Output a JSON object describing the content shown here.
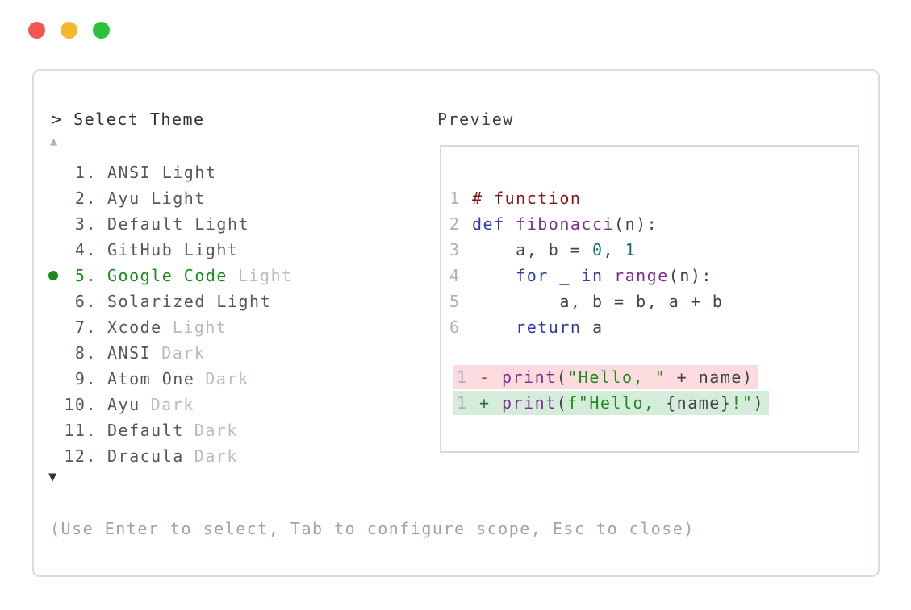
{
  "window": {
    "controls": [
      {
        "name": "close",
        "color_key": "traffic_red"
      },
      {
        "name": "minimize",
        "color_key": "traffic_yellow"
      },
      {
        "name": "zoom",
        "color_key": "traffic_green"
      }
    ]
  },
  "left": {
    "prompt": "> Select Theme",
    "scroll_up_glyph": "▲",
    "scroll_down_glyph": "▼",
    "items": [
      {
        "number": "1",
        "primary": "ANSI Light",
        "secondary": "",
        "selected": false
      },
      {
        "number": "2",
        "primary": "Ayu Light",
        "secondary": "",
        "selected": false
      },
      {
        "number": "3",
        "primary": "Default Light",
        "secondary": "",
        "selected": false
      },
      {
        "number": "4",
        "primary": "GitHub Light",
        "secondary": "",
        "selected": false
      },
      {
        "number": "5",
        "primary": "Google Code",
        "secondary": "Light",
        "selected": true
      },
      {
        "number": "6",
        "primary": "Solarized Light",
        "secondary": "",
        "selected": false
      },
      {
        "number": "7",
        "primary": "Xcode",
        "secondary": "Light",
        "selected": false
      },
      {
        "number": "8",
        "primary": "ANSI",
        "secondary": "Dark",
        "selected": false
      },
      {
        "number": "9",
        "primary": "Atom One",
        "secondary": "Dark",
        "selected": false
      },
      {
        "number": "10",
        "primary": "Ayu",
        "secondary": "Dark",
        "selected": false
      },
      {
        "number": "11",
        "primary": "Default",
        "secondary": "Dark",
        "selected": false
      },
      {
        "number": "12",
        "primary": "Dracula",
        "secondary": "Dark",
        "selected": false
      }
    ],
    "hint": "(Use Enter to select, Tab to configure scope, Esc to close)"
  },
  "preview": {
    "label": "Preview",
    "code_lines": [
      {
        "num": "1",
        "segments": [
          {
            "text": "# function",
            "style": "comment"
          }
        ]
      },
      {
        "num": "2",
        "segments": [
          {
            "text": "def",
            "style": "keyword"
          },
          {
            "text": " ",
            "style": "plain"
          },
          {
            "text": "fibonacci",
            "style": "function"
          },
          {
            "text": "(n):",
            "style": "plain"
          }
        ]
      },
      {
        "num": "3",
        "segments": [
          {
            "text": "    a, b = ",
            "style": "plain"
          },
          {
            "text": "0",
            "style": "number"
          },
          {
            "text": ", ",
            "style": "plain"
          },
          {
            "text": "1",
            "style": "number"
          }
        ]
      },
      {
        "num": "4",
        "segments": [
          {
            "text": "    ",
            "style": "plain"
          },
          {
            "text": "for",
            "style": "keyword"
          },
          {
            "text": " _ ",
            "style": "plain"
          },
          {
            "text": "in",
            "style": "keyword"
          },
          {
            "text": " ",
            "style": "plain"
          },
          {
            "text": "range",
            "style": "function"
          },
          {
            "text": "(n):",
            "style": "plain"
          }
        ]
      },
      {
        "num": "5",
        "segments": [
          {
            "text": "        a, b = b, a + b",
            "style": "plain"
          }
        ]
      },
      {
        "num": "6",
        "segments": [
          {
            "text": "    ",
            "style": "plain"
          },
          {
            "text": "return",
            "style": "keyword"
          },
          {
            "text": " a",
            "style": "plain"
          }
        ]
      }
    ],
    "diff_lines": [
      {
        "num": "1",
        "sign": "-",
        "type": "removed",
        "segments": [
          {
            "text": "print",
            "style": "function"
          },
          {
            "text": "(",
            "style": "plain"
          },
          {
            "text": "\"Hello, \"",
            "style": "string"
          },
          {
            "text": " + name)",
            "style": "plain"
          }
        ]
      },
      {
        "num": "1",
        "sign": "+",
        "type": "added",
        "segments": [
          {
            "text": "print",
            "style": "function"
          },
          {
            "text": "(",
            "style": "plain"
          },
          {
            "text": "f\"Hello, ",
            "style": "string"
          },
          {
            "text": "{name}",
            "style": "plain"
          },
          {
            "text": "!\"",
            "style": "string"
          },
          {
            "text": ")",
            "style": "plain"
          }
        ]
      }
    ]
  },
  "colors": {
    "traffic_red": "#f2574f",
    "traffic_yellow": "#f5b72e",
    "traffic_green": "#2bc13c",
    "panel_border": "#d9dde3",
    "preview_border": "#d6dae0",
    "header_text": "#2f333a",
    "preview_label": "#3a3f45",
    "text_primary": "#53575e",
    "text_muted": "#b4bcc8",
    "hint": "#9aa4b4",
    "selected_green": "#1a8c1a",
    "scroll_up": "#aab3c3",
    "scroll_down": "#2e3338",
    "line_number": "#a9b2c1",
    "code_plain": "#3f444b",
    "code_comment": "#8a1212",
    "code_keyword": "#2e3cab",
    "code_function": "#7c2d8f",
    "code_number": "#156f75",
    "code_string": "#1e8a1e",
    "diff_minus": "#b03a31",
    "diff_plus": "#2e6b4e",
    "diff_removed_bg": "#fbdbdd",
    "diff_added_bg": "#d5ecdb"
  }
}
